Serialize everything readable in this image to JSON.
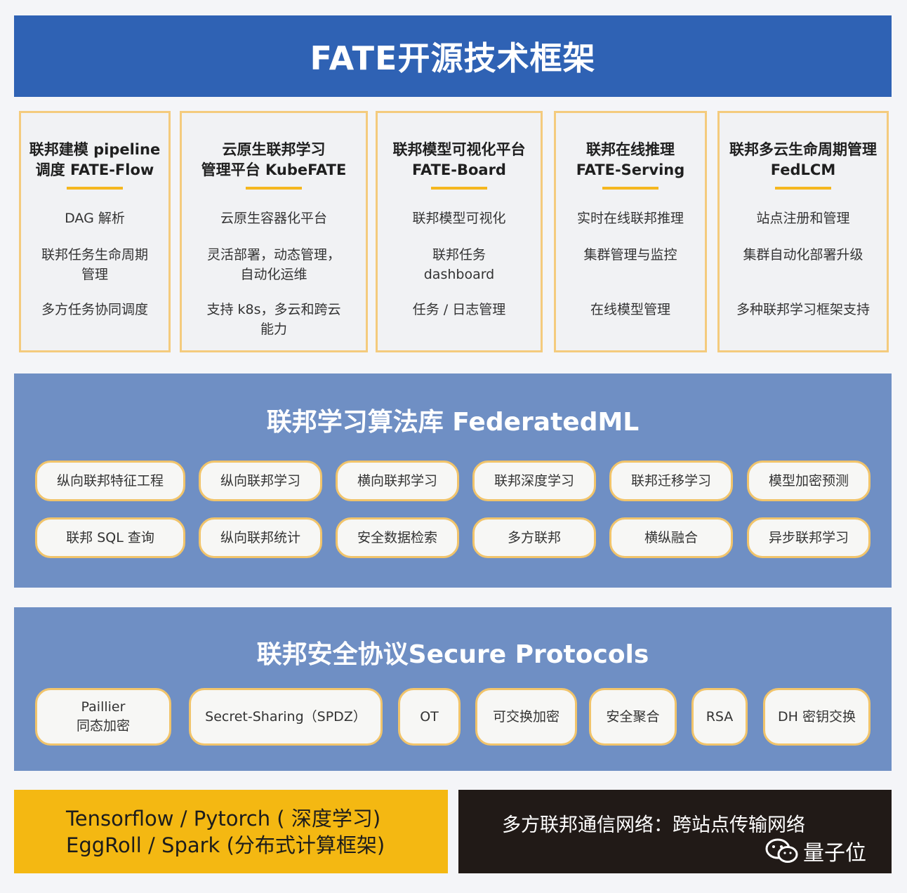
{
  "title": "FATE开源技术框架",
  "cards": [
    {
      "title": "联邦建模 pipeline\n调度 FATE-Flow",
      "items": [
        "DAG 解析",
        "联邦任务生命周期\n管理",
        "多方任务协同调度"
      ]
    },
    {
      "title": "云原生联邦学习\n管理平台 KubeFATE",
      "items": [
        "云原生容器化平台",
        "灵活部署，动态管理，\n自动化运维",
        "支持 k8s，多云和跨云\n能力"
      ]
    },
    {
      "title": "联邦模型可视化平台\nFATE-Board",
      "items": [
        "联邦模型可视化",
        "联邦任务\ndashboard",
        "任务 / 日志管理"
      ]
    },
    {
      "title": "联邦在线推理\nFATE-Serving",
      "items": [
        "实时在线联邦推理",
        "集群管理与监控",
        "在线模型管理"
      ]
    },
    {
      "title": "联邦多云生命周期管理\nFedLCM",
      "items": [
        "站点注册和管理",
        "集群自动化部署升级",
        "多种联邦学习框架支持"
      ]
    }
  ],
  "federatedml": {
    "title": "联邦学习算法库 FederatedML",
    "row1": [
      "纵向联邦特征工程",
      "纵向联邦学习",
      "横向联邦学习",
      "联邦深度学习",
      "联邦迁移学习",
      "模型加密预测"
    ],
    "row2": [
      "联邦 SQL 查询",
      "纵向联邦统计",
      "安全数据检索",
      "多方联邦",
      "横纵融合",
      "异步联邦学习"
    ]
  },
  "protocols": {
    "title": "联邦安全协议Secure Protocols",
    "items": [
      "Paillier\n同态加密",
      "Secret-Sharing（SPDZ）",
      "OT",
      "可交换加密",
      "安全聚合",
      "RSA",
      "DH 密钥交换"
    ]
  },
  "compute": {
    "line1": "Tensorflow  /  Pytorch ( 深度学习)",
    "line2": "EggRoll / Spark (分布式计算框架)"
  },
  "network": "多方联邦通信网络：跨站点传输网络",
  "watermark": "量子位",
  "colors": {
    "title_bar": "#2f62b4",
    "panel": "#6f8fc4",
    "accent": "#f5b71f",
    "card_border": "#f4cb7d",
    "yellow_box": "#f4b812",
    "dark_box": "#211a17"
  }
}
